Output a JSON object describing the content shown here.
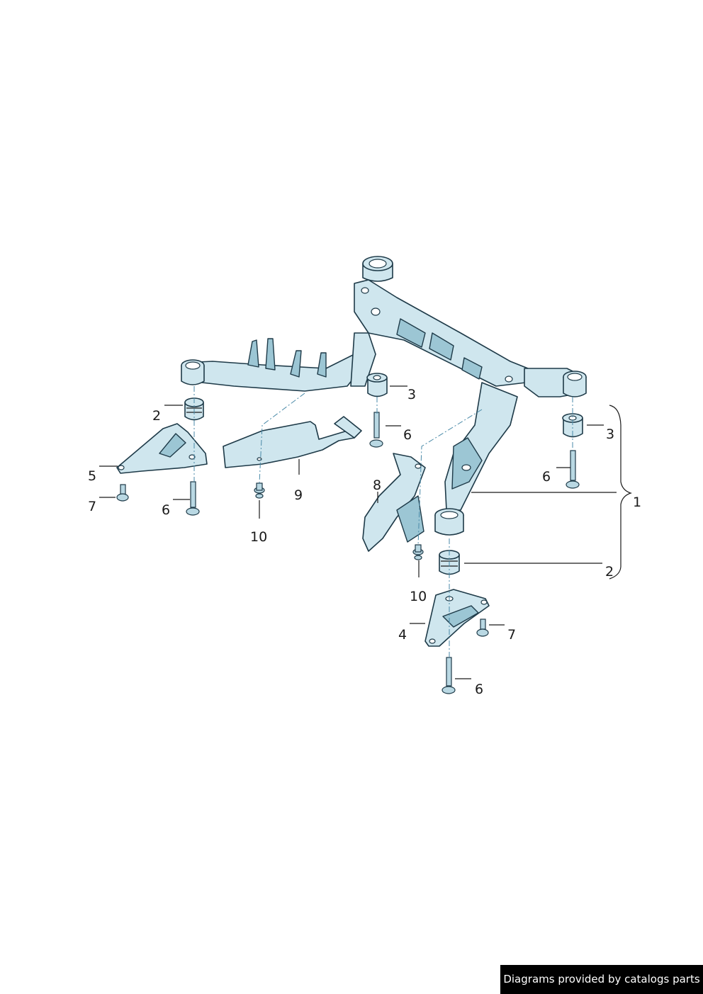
{
  "callouts": {
    "c1": "1",
    "c2a": "2",
    "c2b": "2",
    "c3a": "3",
    "c3b": "3",
    "c4": "4",
    "c5": "5",
    "c6a": "6",
    "c6b": "6",
    "c6c": "6",
    "c6d": "6",
    "c7a": "7",
    "c7b": "7",
    "c8": "8",
    "c9": "9",
    "c10a": "10",
    "c10b": "10"
  },
  "footer": {
    "credit": "Diagrams provided by catalogs parts"
  },
  "colors": {
    "part_fill": "#cfe6ee",
    "outline": "#1e3a48",
    "centerline": "#4a8aa8"
  }
}
